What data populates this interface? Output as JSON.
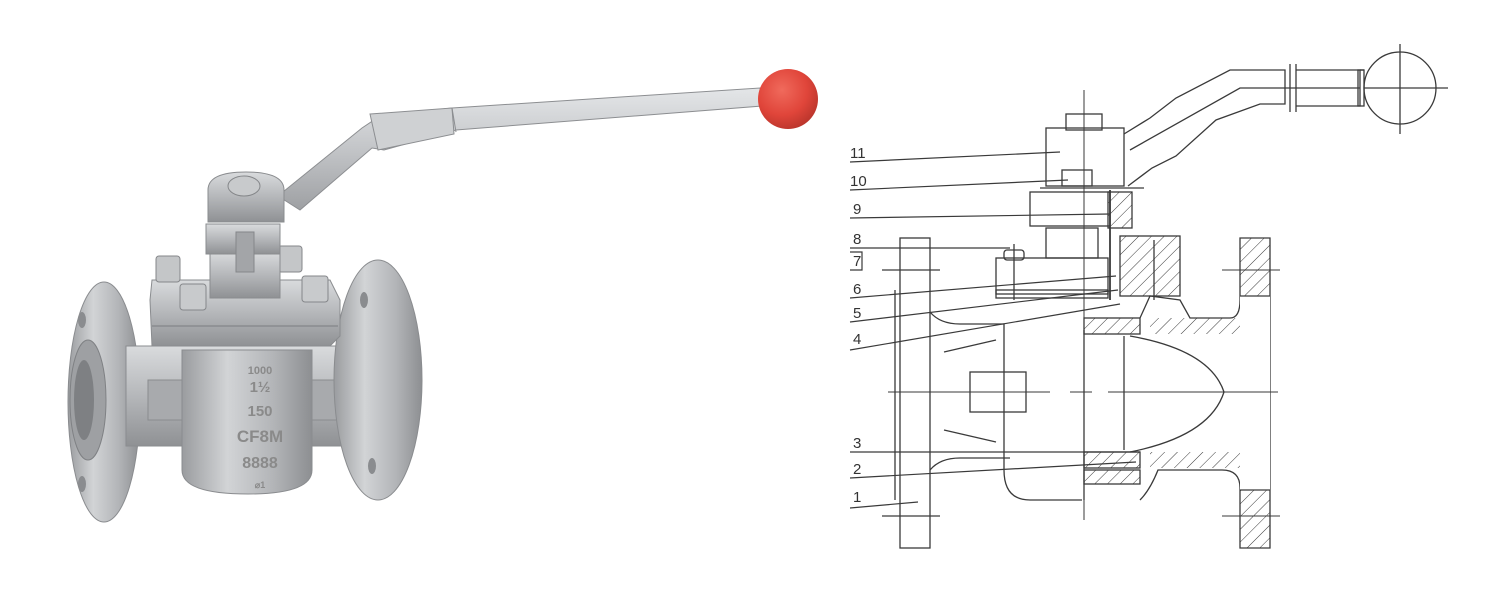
{
  "figure": {
    "left_panel": {
      "type": "product-photo",
      "subject": "sleeve-type plug valve, flanged, with lever handle",
      "handle_knob_color": "#e0453a",
      "body_color": "#b9bbbd",
      "body_markings": [
        "1000",
        "1½",
        "150",
        "CF8M",
        "8888",
        "⌀1"
      ]
    },
    "right_panel": {
      "type": "cross-section-drawing",
      "line_color": "#3a3a3a",
      "callouts": [
        {
          "id": "11",
          "label": "11"
        },
        {
          "id": "10",
          "label": "10"
        },
        {
          "id": "9",
          "label": "9"
        },
        {
          "id": "8",
          "label": "8"
        },
        {
          "id": "7",
          "label": "7"
        },
        {
          "id": "6",
          "label": "6"
        },
        {
          "id": "5",
          "label": "5"
        },
        {
          "id": "4",
          "label": "4"
        },
        {
          "id": "3",
          "label": "3"
        },
        {
          "id": "2",
          "label": "2"
        },
        {
          "id": "1",
          "label": "1"
        }
      ]
    }
  }
}
